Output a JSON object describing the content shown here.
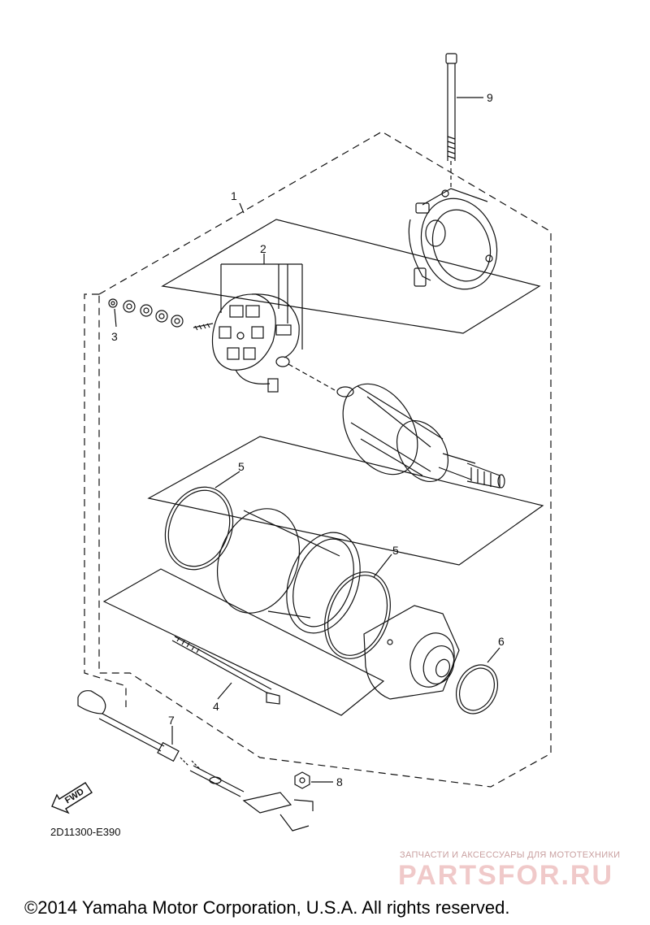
{
  "callouts": {
    "c1": "1",
    "c2": "2",
    "c3": "3",
    "c4": "4",
    "c5a": "5",
    "c5b": "5",
    "c6": "6",
    "c7": "7",
    "c8": "8",
    "c9": "9"
  },
  "fwd_label": "FWD",
  "diagram_code": "2D11300-E390",
  "watermark": {
    "tagline": "ЗАПЧАСТИ И АКСЕССУАРЫ ДЛЯ МОТОТЕХНИКИ",
    "logo": "PARTSFOR.RU"
  },
  "copyright": "©2014 Yamaha Motor Corporation, U.S.A. All rights reserved."
}
